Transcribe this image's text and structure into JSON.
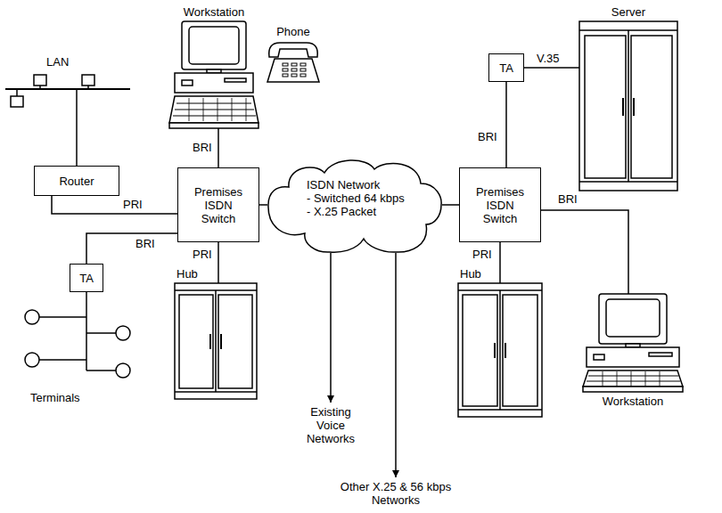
{
  "diagram": {
    "nodes": [
      {
        "text": [
          "Workstation"
        ]
      },
      {
        "text": [
          "Phone"
        ]
      },
      {
        "text": [
          "Server"
        ]
      },
      {
        "text": [
          "LAN"
        ]
      },
      {
        "text": [
          "Router"
        ]
      },
      {
        "text": [
          "TA"
        ]
      },
      {
        "text": [
          "Premises ISDN Switch"
        ]
      },
      {
        "text": [
          "ISDN Network",
          "- Switched 64 kbps",
          "- X.25 Packet"
        ]
      },
      {
        "text": [
          "Premises ISDN Switch"
        ]
      },
      {
        "text": [
          "TA"
        ]
      },
      {
        "text": [
          "Terminals"
        ]
      },
      {
        "text": [
          "Hub"
        ]
      },
      {
        "text": [
          "Hub"
        ]
      },
      {
        "text": [
          "Workstation"
        ]
      },
      {
        "text": [
          "Existing Voice Networks"
        ]
      },
      {
        "text": [
          "Other X.25 & 56 kbps Networks"
        ]
      }
    ],
    "edges": [
      {
        "from": 0,
        "to": 6,
        "label": "BRI",
        "arrow": "none"
      },
      {
        "from": 3,
        "to": 4,
        "arrow": "none"
      },
      {
        "from": 4,
        "to": 6,
        "label": "PRI",
        "arrow": "none"
      },
      {
        "from": 6,
        "to": 9,
        "label": "BRI",
        "arrow": "none"
      },
      {
        "from": 9,
        "to": 10,
        "arrow": "none"
      },
      {
        "from": 6,
        "to": 11,
        "label": "PRI",
        "arrow": "none"
      },
      {
        "from": 6,
        "to": 7,
        "arrow": "none"
      },
      {
        "from": 7,
        "to": 14,
        "arrow": "to"
      },
      {
        "from": 7,
        "to": 15,
        "arrow": "to"
      },
      {
        "from": 7,
        "to": 8,
        "arrow": "none"
      },
      {
        "from": 8,
        "to": 5,
        "label": "BRI",
        "arrow": "none"
      },
      {
        "from": 5,
        "to": 2,
        "label": "V.35",
        "arrow": "none"
      },
      {
        "from": 8,
        "to": 12,
        "label": "PRI",
        "arrow": "none"
      },
      {
        "from": 8,
        "to": 13,
        "label": "BRI",
        "arrow": "none"
      }
    ]
  }
}
